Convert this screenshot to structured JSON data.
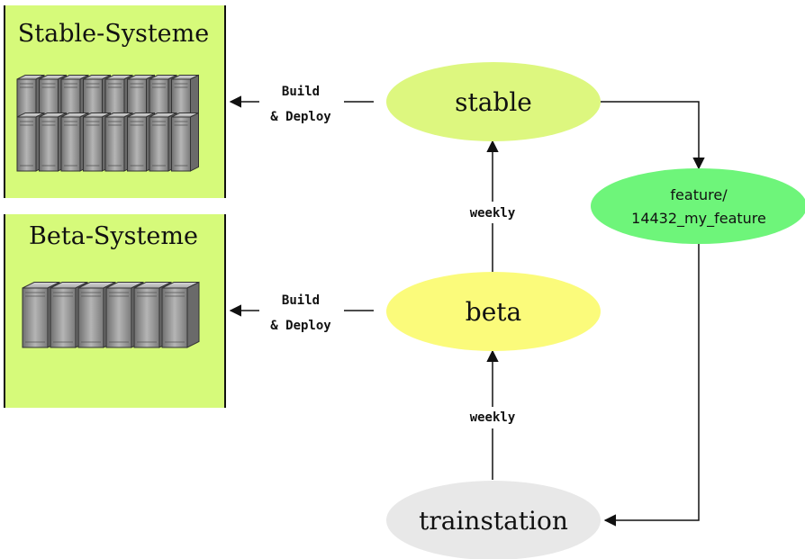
{
  "groups": {
    "stable": {
      "title": "Stable-Systeme",
      "server_count": 16
    },
    "beta": {
      "title": "Beta-Systeme",
      "server_count": 6
    }
  },
  "nodes": {
    "stable": {
      "label": "stable",
      "color": "#ddf77f"
    },
    "beta": {
      "label": "beta",
      "color": "#fbfb7b"
    },
    "feature": {
      "label_line1": "feature/",
      "label_line2": "14432_my_feature",
      "color": "#6ef57a"
    },
    "trainstation": {
      "label": "trainstation",
      "color": "#e8e8e8"
    }
  },
  "edges": {
    "deploy_stable": {
      "line1": "Build",
      "line2": "& Deploy"
    },
    "deploy_beta": {
      "line1": "Build",
      "line2": "& Deploy"
    },
    "beta_to_stable": {
      "label": "weekly"
    },
    "trainstation_to_beta": {
      "label": "weekly"
    }
  },
  "colors": {
    "group_fill": "#d6fa7a",
    "group_border": "#111111",
    "server_body": "#8e8e8e"
  }
}
